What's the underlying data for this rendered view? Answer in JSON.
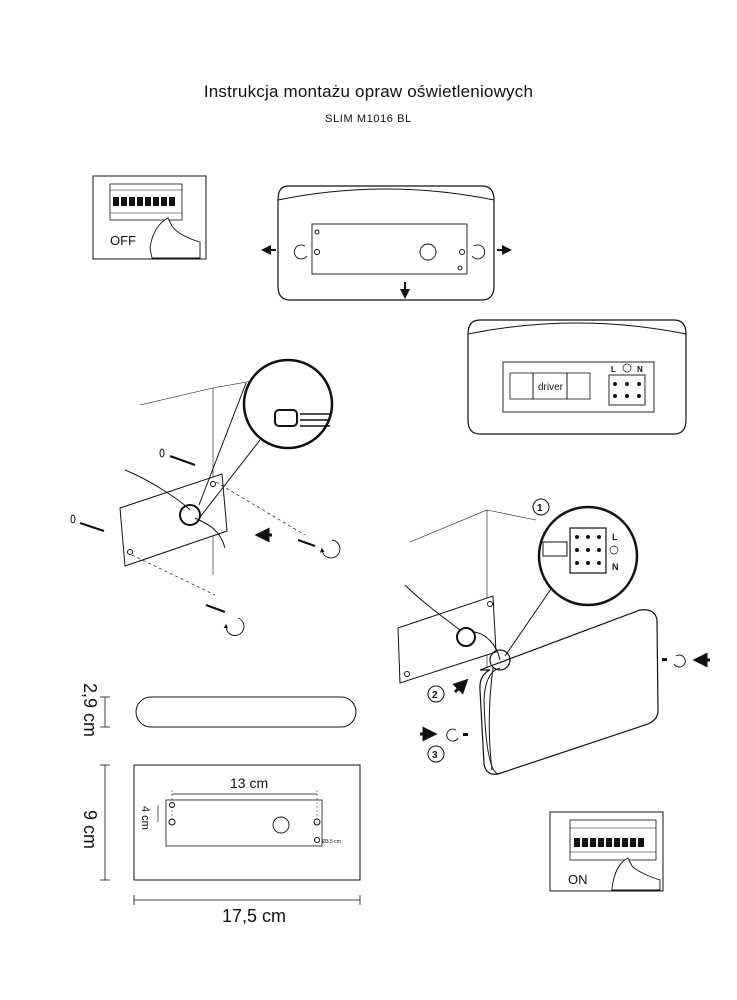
{
  "header": {
    "title": "Instrukcja montażu opraw oświetleniowych",
    "model": "SLIM M1016 BL"
  },
  "steps": {
    "breaker_off_label": "OFF",
    "breaker_on_label": "ON",
    "driver_label": "driver",
    "terminal_L": "L",
    "terminal_N": "N",
    "step_1": "1",
    "step_2": "2",
    "step_3": "3"
  },
  "dimensions": {
    "height": "2,9 cm",
    "depth": "9 cm",
    "width": "17,5 cm",
    "mount_spacing_h": "13 cm",
    "mount_spacing_v": "4 cm",
    "hole_diameter": "Ø3,5 cm"
  },
  "colors": {
    "line": "#111111",
    "background": "#ffffff"
  }
}
